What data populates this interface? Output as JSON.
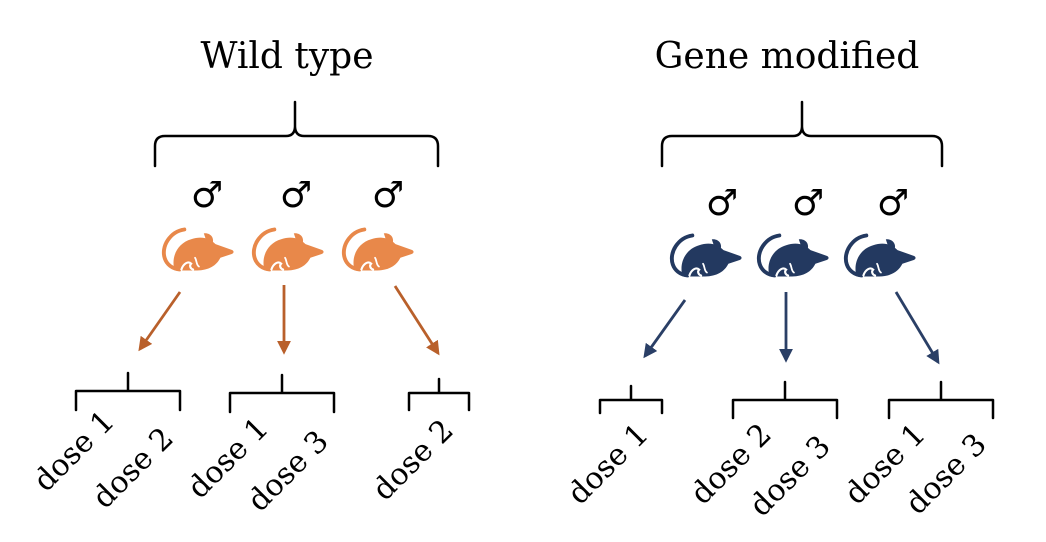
{
  "colors": {
    "wild_type": "#E8884A",
    "wild_type_arrow": "#B9602B",
    "gene_modified": "#233960",
    "gene_modified_arrow": "#2A3F66"
  },
  "groups": [
    {
      "title": "Wild type",
      "male_symbol": "♂",
      "mouse_icon": "mouse-icon",
      "mice": [
        {
          "sex": "♂",
          "doses": [
            "dose 1",
            "dose 2"
          ]
        },
        {
          "sex": "♂",
          "doses": [
            "dose 1",
            "dose 3"
          ]
        },
        {
          "sex": "♂",
          "doses": [
            "dose 2"
          ]
        }
      ]
    },
    {
      "title": "Gene modified",
      "male_symbol": "♂",
      "mouse_icon": "mouse-icon",
      "mice": [
        {
          "sex": "♂",
          "doses": [
            "dose 1"
          ]
        },
        {
          "sex": "♂",
          "doses": [
            "dose 2",
            "dose 3"
          ]
        },
        {
          "sex": "♂",
          "doses": [
            "dose 1",
            "dose 3"
          ]
        }
      ]
    }
  ]
}
